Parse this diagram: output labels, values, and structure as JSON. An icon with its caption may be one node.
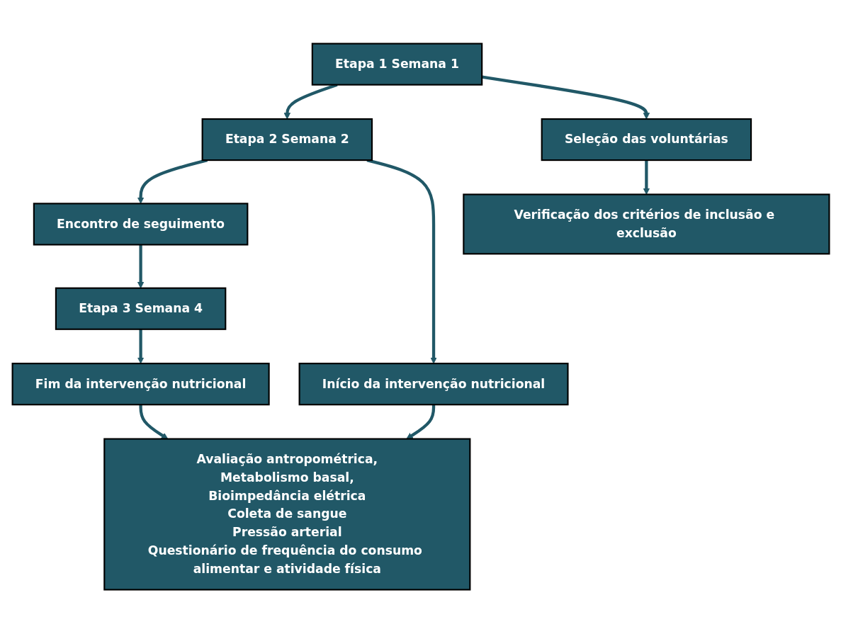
{
  "diagram": {
    "nodes": [
      {
        "text": [
          "Etapa 1 Semana 1"
        ]
      },
      {
        "text": [
          "Etapa 2 Semana 2"
        ]
      },
      {
        "text": [
          "Encontro de seguimento"
        ]
      },
      {
        "text": [
          "Etapa 3 Semana 4"
        ]
      },
      {
        "text": [
          "Seleção das voluntárias"
        ]
      },
      {
        "text": [
          "Início da intervenção nutricional"
        ]
      },
      {
        "text": [
          "Fim da intervenção nutricional"
        ]
      },
      {
        "text": [
          "Verificação dos critérios de inclusão e exclusão"
        ]
      },
      {
        "text": [
          "Avaliação antropométrica,",
          "Metabolismo basal,",
          "Bioimpedância elétrica",
          "Coleta de sangue",
          "Pressão arterial",
          "Questionário de frequência do consumo alimentar e atividade física"
        ]
      }
    ],
    "edges": [
      {
        "from": 0,
        "to": 1,
        "arrow": "to"
      },
      {
        "from": 1,
        "to": 2,
        "arrow": "to"
      },
      {
        "from": 2,
        "to": 3,
        "arrow": "to"
      },
      {
        "from": 0,
        "to": 4,
        "arrow": "to"
      },
      {
        "from": 1,
        "to": 5,
        "arrow": "to"
      },
      {
        "from": 3,
        "to": 6,
        "arrow": "to"
      },
      {
        "from": 4,
        "to": 7,
        "arrow": "to"
      },
      {
        "from": 5,
        "to": 8,
        "arrow": "to"
      },
      {
        "from": 6,
        "to": 8,
        "arrow": "to"
      }
    ]
  }
}
